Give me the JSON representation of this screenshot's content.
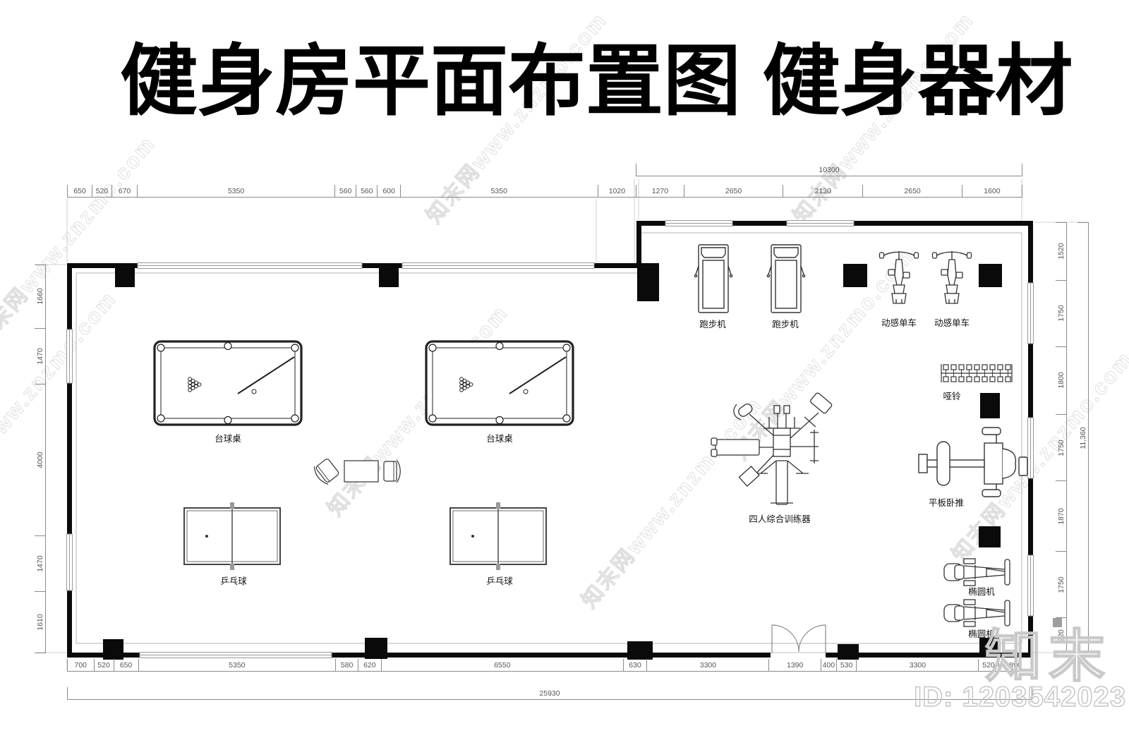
{
  "title": "健身房平面布置图 健身器材",
  "watermark": {
    "text": "知末网www.znzmo.com",
    "logo_text": "知末",
    "id_text": "ID: 1203542023"
  },
  "plan": {
    "labels": {
      "treadmill_1": "跑步机",
      "treadmill_2": "跑步机",
      "spin_bike_1": "动感单车",
      "spin_bike_2": "动感单车",
      "dumbbell_rack": "哑铃",
      "bench_press": "平板卧推",
      "multi_trainer": "四人综合训练器",
      "elliptical_1": "椭圆机",
      "elliptical_2": "椭圆机",
      "pool_table_1": "台球桌",
      "pool_table_2": "台球桌",
      "pingpong_1": "乒乓球",
      "pingpong_2": "乒乓球"
    },
    "dimensions": {
      "top": [
        "650",
        "520",
        "670",
        "5350",
        "560",
        "560",
        "600",
        "5350",
        "1020"
      ],
      "top_right": [
        "1270",
        "2650",
        "2130",
        "2650",
        "1600"
      ],
      "top_right_total": "10300",
      "left": [
        "1660",
        "1470",
        "4000",
        "1470",
        "1610"
      ],
      "right": [
        "1520",
        "1750",
        "1800",
        "1750",
        "1870",
        "1750",
        "920"
      ],
      "right_total": "11,360",
      "bottom": [
        "700",
        "520",
        "650",
        "5350",
        "580",
        "620",
        "6550",
        "630",
        "3300",
        "1390",
        "400",
        "530",
        "3300",
        "520",
        "890"
      ],
      "bottom_total": "25930"
    }
  }
}
